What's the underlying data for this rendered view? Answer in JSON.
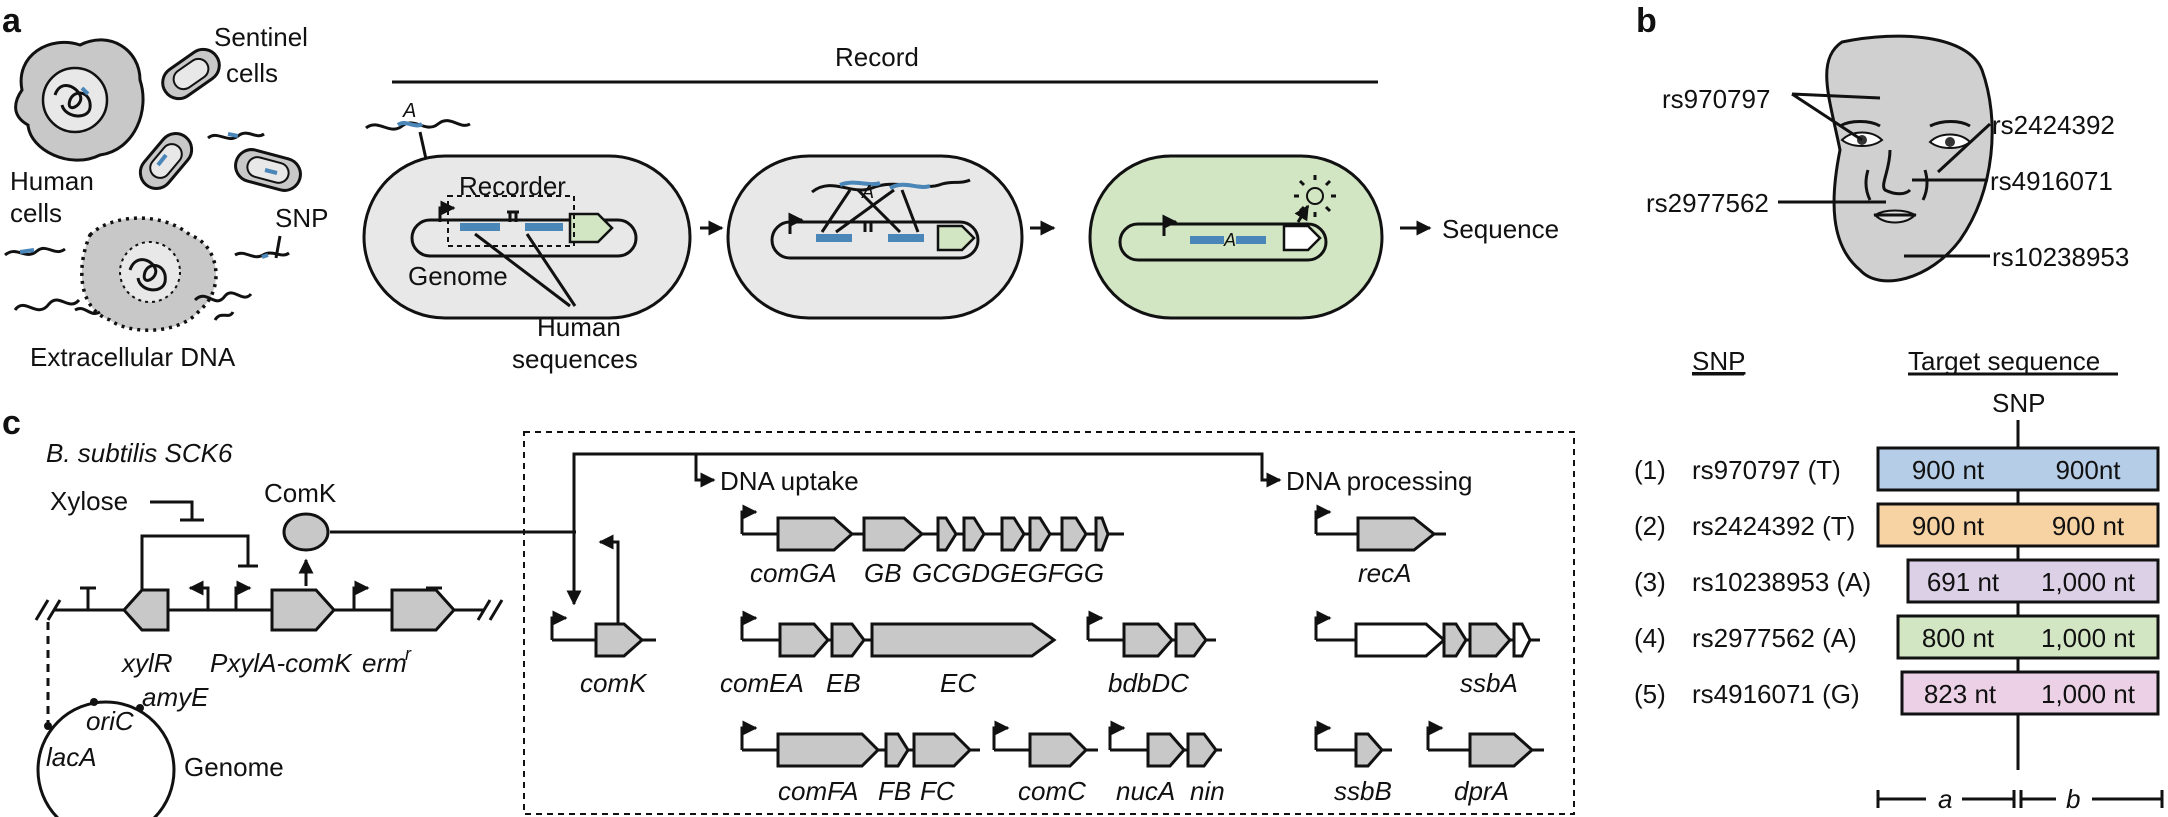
{
  "panels": {
    "a": "a",
    "b": "b",
    "c": "c"
  },
  "panel_a": {
    "sentinel": [
      "Sentinel",
      "cells"
    ],
    "human": [
      "Human",
      "cells"
    ],
    "snp": "SNP",
    "ecdna": "Extracellular DNA",
    "record": "Record",
    "recorder": "Recorder",
    "genome": "Genome",
    "human_seq": [
      "Human",
      "sequences"
    ],
    "allele": "A",
    "sequence": "Sequence"
  },
  "panel_b": {
    "face_labels": [
      "rs970797",
      "rs2424392",
      "rs2977562",
      "rs4916071",
      "rs10238953"
    ],
    "snp_header": "SNP",
    "target_header": "Target sequence",
    "snp_marker": "SNP",
    "rows": [
      {
        "idx": "(1)",
        "name": "rs970797 (T)",
        "left": "900 nt",
        "right": "900nt",
        "color": "#b5cde6"
      },
      {
        "idx": "(2)",
        "name": "rs2424392 (T)",
        "left": "900 nt",
        "right": "900 nt",
        "color": "#f7d3a3"
      },
      {
        "idx": "(3)",
        "name": "rs10238953 (A)",
        "left": "691 nt",
        "right": "1,000 nt",
        "color": "#dcd0e6"
      },
      {
        "idx": "(4)",
        "name": "rs2977562 (A)",
        "left": "800 nt",
        "right": "1,000 nt",
        "color": "#d3e6c4"
      },
      {
        "idx": "(5)",
        "name": "rs4916071 (G)",
        "left": "823 nt",
        "right": "1,000 nt",
        "color": "#ecd1e6"
      }
    ],
    "seg_a": "a",
    "seg_b": "b"
  },
  "panel_c": {
    "strain": "B. subtilis SCK6",
    "xylose": "Xylose",
    "comk_protein": "ComK",
    "xylR": "xylR",
    "pxyl": "PxylA-comK",
    "erm": "erm",
    "erm_sup": "r",
    "oriC": "oriC",
    "amyE": "amyE",
    "lacA": "lacA",
    "genome": "Genome",
    "comK": "comK",
    "uptake": "DNA uptake",
    "processing": "DNA processing",
    "genes": {
      "comGA": "comGA",
      "GB": "GB",
      "GCGDGEGFGG": "GCGDGEGFGG",
      "comEA": "comEA",
      "EB": "EB",
      "EC": "EC",
      "bdbDC": "bdbDC",
      "comFA": "comFA",
      "FB": "FB",
      "FC": "FC",
      "comC": "comC",
      "nucA": "nucA",
      "nin": "nin",
      "recA": "recA",
      "ssbA": "ssbA",
      "ssbB": "ssbB",
      "dprA": "dprA"
    }
  },
  "colors": {
    "blue": "#4a86b8",
    "green": "#d3e6c4",
    "gray": "#c8c8c8",
    "cellgray": "#e8e8e8"
  }
}
